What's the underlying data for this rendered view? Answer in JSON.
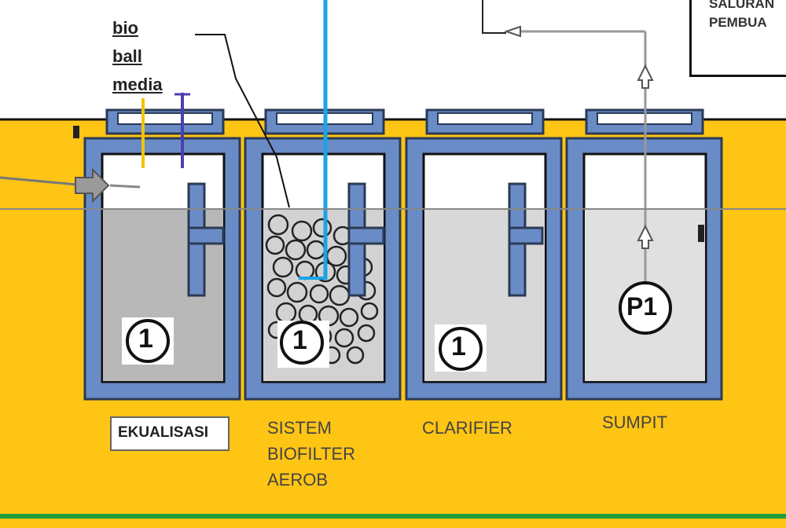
{
  "media_label": [
    "bio",
    "ball",
    "media"
  ],
  "tanks": [
    {
      "name": "EKUALISASI",
      "badge": "1"
    },
    {
      "name_lines": [
        "SISTEM",
        "BIOFILTER",
        "AEROB"
      ],
      "badge": "1"
    },
    {
      "name": "CLARIFIER",
      "badge": "1"
    },
    {
      "name": "SUMPIT",
      "badge": "P1"
    }
  ],
  "top_box": [
    "SALURAN",
    "PEMBUA"
  ],
  "colors": {
    "ground": "#ffc515",
    "tank_frame": "#6a8cc6",
    "tank_border": "#2b3a55",
    "water_dark": "#b8b8b8",
    "water_light": "#d8d8d8",
    "air_line": "#1aa3e8",
    "ground_line": "#1f9e3a"
  }
}
